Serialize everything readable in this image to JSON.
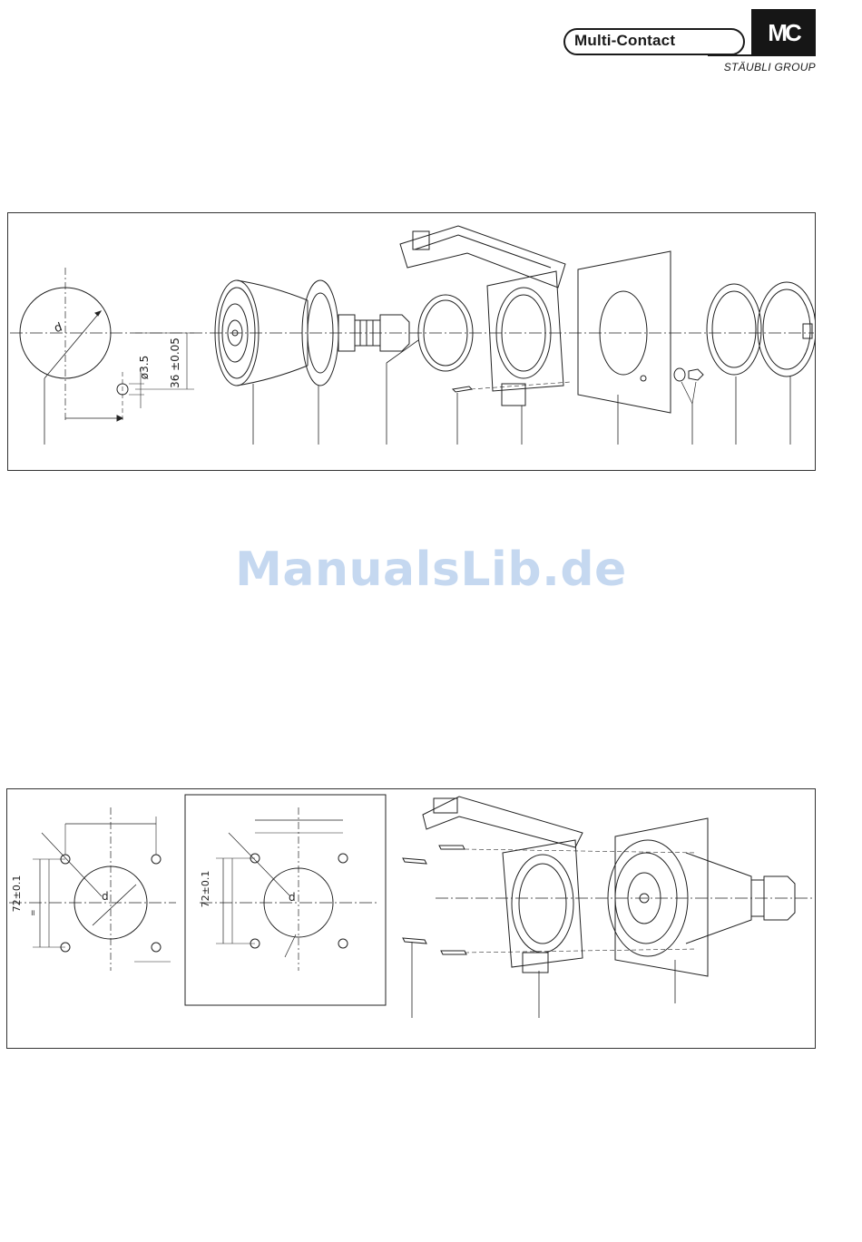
{
  "header": {
    "brand_name": "Multi-Contact",
    "logo_mark": "MC",
    "group_name": "STÄUBLI GROUP"
  },
  "figure_top": {
    "dim_hole_diameter": "ø3.5",
    "dim_offset": "36 ±0.05"
  },
  "figure_bottom": {
    "dim_left": "72±0.1",
    "dim_right": "72±0.1",
    "equal_mark": "="
  },
  "watermark": "ManualsLib.de"
}
